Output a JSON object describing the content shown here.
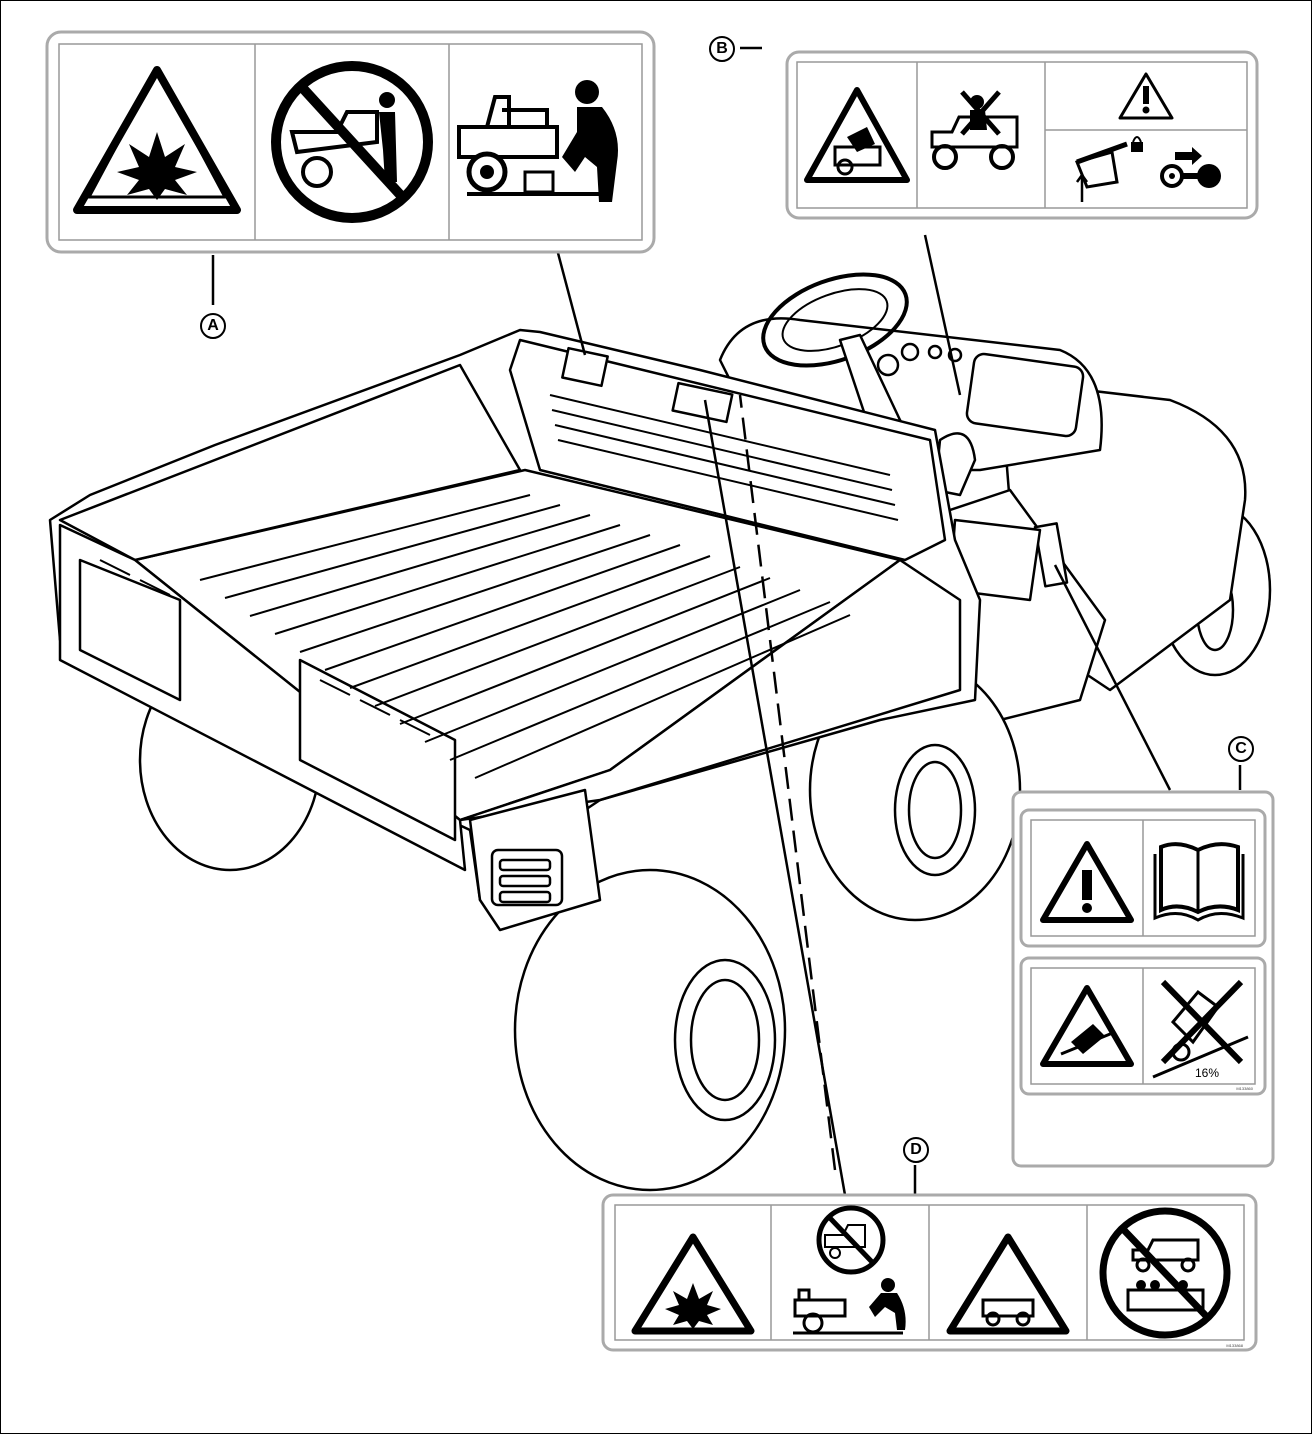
{
  "figure": {
    "callouts": [
      {
        "id": "a",
        "label": "A"
      },
      {
        "id": "b",
        "label": "B"
      },
      {
        "id": "c",
        "label": "C"
      },
      {
        "id": "d",
        "label": "D"
      }
    ],
    "decal_c": {
      "grade_text": "16%",
      "part_number": "M133860"
    },
    "decal_d": {
      "part_number": "M133868"
    }
  }
}
